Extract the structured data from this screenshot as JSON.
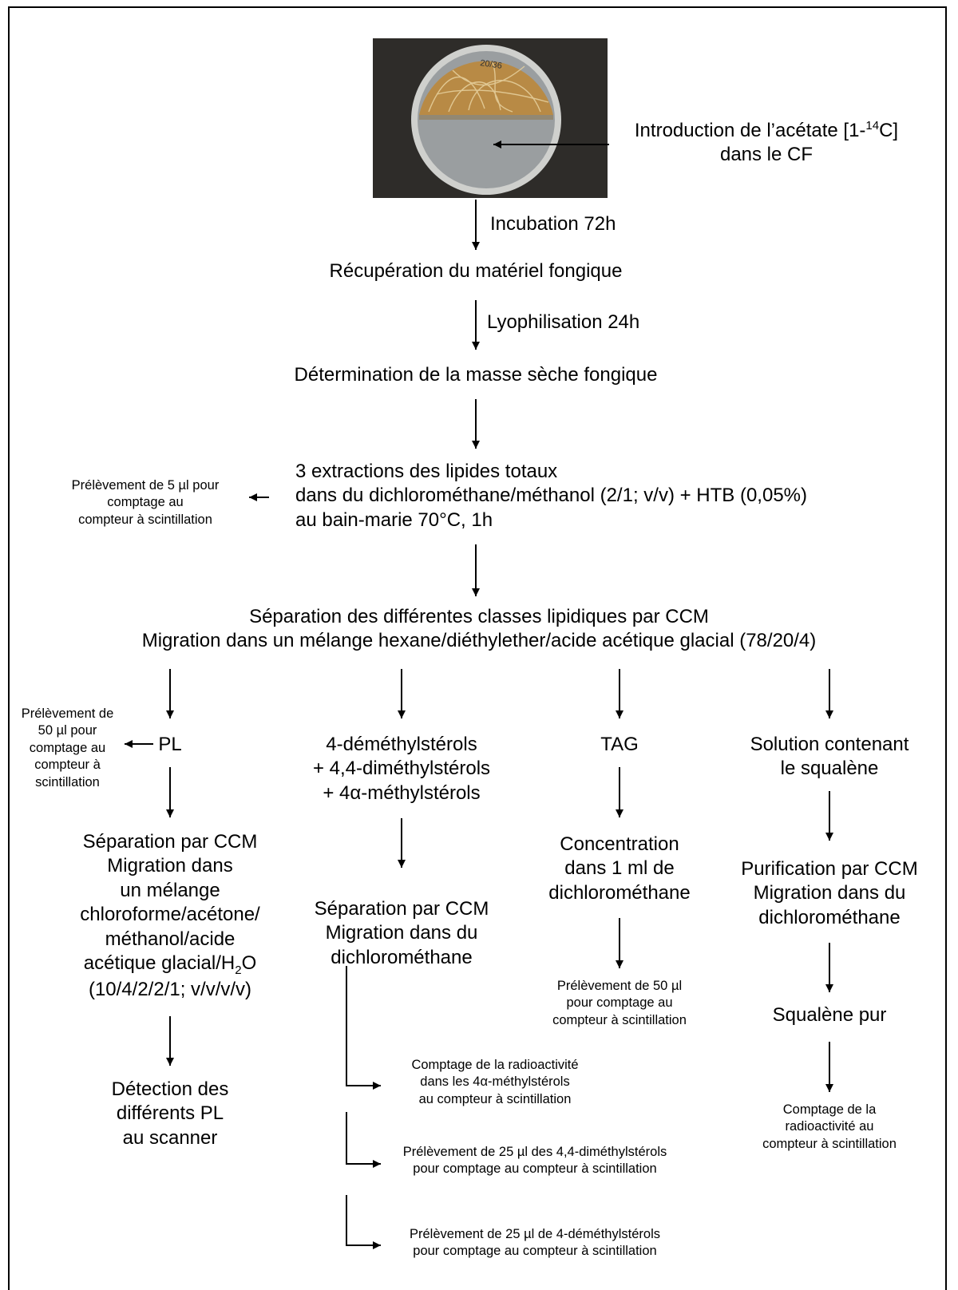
{
  "intro": {
    "line1_prefix": "Introduction de l’acétate [1-",
    "line1_sup": "14",
    "line1_suffix": "C]",
    "line2": "dans le CF"
  },
  "petri_label": "20/36",
  "step_incubation": "Incubation 72h",
  "step_recuperation": "Récupération du matériel fongique",
  "step_lyophilisation": "Lyophilisation 24h",
  "step_determination": "Détermination de la masse sèche fongique",
  "extraction": {
    "line1": "3 extractions des lipides totaux",
    "line2": "dans du dichlorométhane/méthanol (2/1; v/v) + HTB (0,05%)",
    "line3": "au bain-marie 70°C, 1h"
  },
  "side_extraction": {
    "line1": "Prélèvement de 5 µl pour",
    "line2": "comptage au",
    "line3": "compteur à scintillation"
  },
  "separation": {
    "line1": "Séparation des différentes classes lipidiques par CCM",
    "line2": "Migration dans un mélange hexane/diéthylether/acide acétique glacial (78/20/4)"
  },
  "col_pl": {
    "label": "PL",
    "side": [
      "Prélèvement de",
      "50 µl pour",
      "comptage au",
      "compteur à",
      "scintillation"
    ],
    "sep": [
      "Séparation par CCM",
      "Migration dans",
      "un mélange",
      "chloroforme/acétone/",
      "méthanol/acide"
    ],
    "sep_last_prefix": "acétique glacial/H",
    "sep_last_sub": "2",
    "sep_last_suffix": "O",
    "sep_ratio": "(10/4/2/2/1; v/v/v/v)",
    "detect": [
      "Détection des",
      "différents PL",
      "au scanner"
    ]
  },
  "col_sterols": {
    "label": [
      "4-déméthylstérols",
      "+ 4,4-diméthylstérols",
      "+ 4α-méthylstérols"
    ],
    "sep": [
      "Séparation par CCM",
      "Migration dans du",
      "dichlorométhane"
    ],
    "count1": [
      "Comptage de la radioactivité",
      "dans les 4α-méthylstérols",
      "au compteur à scintillation"
    ],
    "count2": [
      "Prélèvement de 25 µl des 4,4-diméthylstérols",
      "pour comptage au compteur à scintillation"
    ],
    "count3": [
      "Prélèvement de 25 µl de 4-déméthylstérols",
      "pour comptage au compteur à scintillation"
    ]
  },
  "col_tag": {
    "label": "TAG",
    "conc": [
      "Concentration",
      "dans 1 ml de",
      "dichlorométhane"
    ],
    "sample": [
      "Prélèvement de 50 µl",
      "pour comptage au",
      "compteur à scintillation"
    ]
  },
  "col_squalene": {
    "label": [
      "Solution contenant",
      "le squalène"
    ],
    "purif": [
      "Purification par CCM",
      "Migration dans du",
      "dichlorométhane"
    ],
    "pure": "Squalène pur",
    "count": [
      "Comptage de la",
      "radioactivité au",
      "compteur à scintillation"
    ]
  }
}
